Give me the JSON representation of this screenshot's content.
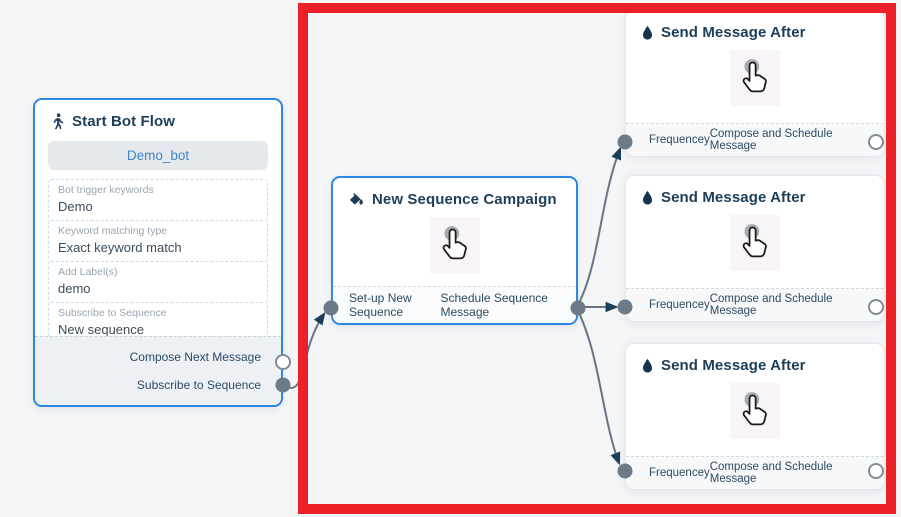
{
  "colors": {
    "canvas_bg": "#f4f5f7",
    "node_border_blue": "#2b87e3",
    "highlight_red": "#ec2027",
    "header_text": "#1d3e59",
    "accent_link": "#4285c8",
    "port_gray": "#6d7a87",
    "edge_gray": "#687484",
    "arrow_navy": "#1d3e59"
  },
  "nodes": {
    "start": {
      "icon": "walking-person-icon",
      "title": "Start Bot Flow",
      "bot_button": "Demo_bot",
      "fields": [
        {
          "label": "Bot trigger keywords",
          "value": "Demo"
        },
        {
          "label": "Keyword matching type",
          "value": "Exact keyword match"
        },
        {
          "label": "Add Label(s)",
          "value": "demo"
        },
        {
          "label": "Subscribe to Sequence",
          "value": "New sequence"
        }
      ],
      "outputs": [
        {
          "label": "Compose Next Message",
          "connected": false
        },
        {
          "label": "Subscribe to Sequence",
          "connected": true
        }
      ]
    },
    "campaign": {
      "icon": "campaign-bucket-icon",
      "title": "New Sequence Campaign",
      "center_icon": "hand-cursor-icon",
      "port_left_label": "Set-up New Sequence",
      "port_right_label": "Schedule Sequence Message"
    },
    "send": [
      {
        "icon": "water-drop-icon",
        "title": "Send Message After",
        "center_icon": "hand-cursor-icon",
        "input_label": "Frequencey",
        "output_label": "Compose and Schedule Message"
      },
      {
        "icon": "water-drop-icon",
        "title": "Send Message After",
        "center_icon": "hand-cursor-icon",
        "input_label": "Frequencey",
        "output_label": "Compose and Schedule Message"
      },
      {
        "icon": "water-drop-icon",
        "title": "Send Message After",
        "center_icon": "hand-cursor-icon",
        "input_label": "Frequencey",
        "output_label": "Compose and Schedule Message"
      }
    ]
  }
}
